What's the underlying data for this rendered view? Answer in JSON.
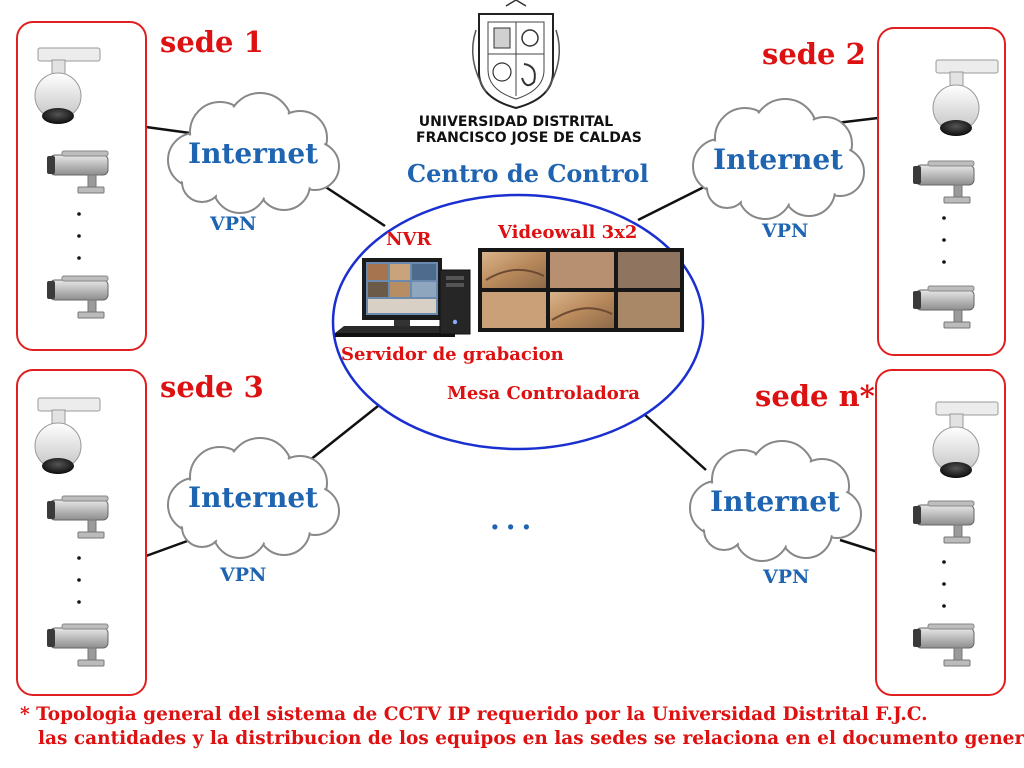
{
  "logo": {
    "name_line1": "UNIVERSIDAD DISTRITAL",
    "name_line2": "FRANCISCO JOSE DE CALDAS"
  },
  "control_center": {
    "title": "Centro de Control",
    "nvr_label": "NVR",
    "videowall_label": "Videowall 3x2",
    "server_label": "Servidor de grabacion",
    "desk_label": "Mesa Controladora"
  },
  "sites": [
    {
      "title": "sede 1",
      "cloud": "Internet",
      "link": "VPN"
    },
    {
      "title": "sede 2",
      "cloud": "Internet",
      "link": "VPN"
    },
    {
      "title": "sede 3",
      "cloud": "Internet",
      "link": "VPN"
    },
    {
      "title": "sede n*",
      "cloud": "Internet",
      "link": "VPN"
    }
  ],
  "more_sites": "...",
  "footnote": {
    "line1": "* Topologia general del sistema de CCTV IP requerido por la Universidad Distrital F.J.C.",
    "line2": "las cantidades y la distribucion de los equipos en las sedes se relaciona en el documento general."
  },
  "colors": {
    "site_title": "#dd1111",
    "network_label": "#1f64b0",
    "ellipse_stroke": "#1a2fd0",
    "site_box_stroke": "#e02020"
  }
}
